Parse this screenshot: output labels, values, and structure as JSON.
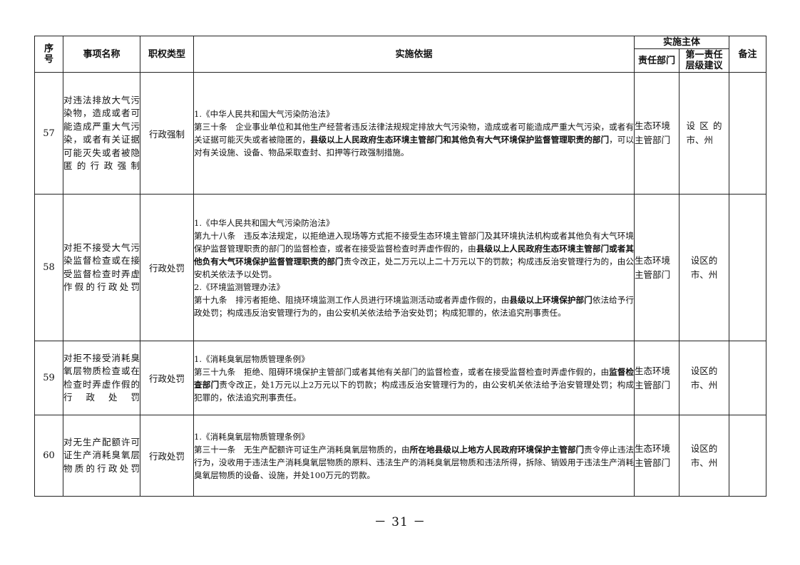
{
  "headers": {
    "seq": "序号",
    "name": "事项名称",
    "type": "职权类型",
    "basis": "实施依据",
    "subject": "实施主体",
    "dept": "责任部门",
    "level": "第一责任层级建议",
    "remark": "备注"
  },
  "rows": [
    {
      "seq": "57",
      "name": "对违法排放大气污染物，造成或者可能造成严重大气污染，或者有关证据可能灭失或者被隐匿的行政强制",
      "type": "行政强制",
      "basis": [
        {
          "title": "1.《中华人民共和国大气污染防治法》"
        },
        {
          "pre": "第三十条　企业事业单位和其他生产经营者违反法律法规规定排放大气污染物，造成或者可能造成严重大气污染，或者有关证据可能灭失或者被隐匿的，",
          "bold": "县级以上人民政府生态环境主管部门和其他负有大气环境保护监督管理职责的部门",
          "post": "，可以对有关设施、设备、物品采取查封、扣押等行政强制措施。"
        }
      ],
      "dept": "生态环境主管部门",
      "level": "设区的市、州",
      "remark": ""
    },
    {
      "seq": "58",
      "name": "对拒不接受大气污染监督检查或在接受监督检查时弄虚作假的行政处罚",
      "type": "行政处罚",
      "basis": [
        {
          "title": "1.《中华人民共和国大气污染防治法》"
        },
        {
          "pre": "第九十八条　违反本法规定，以拒绝进入现场等方式拒不接受生态环境主管部门及其环境执法机构或者其他负有大气环境保护监督管理职责的部门的监督检查，或者在接受监督检查时弄虚作假的，由",
          "bold": "县级以上人民政府生态环境主管部门或者其他负有大气环境保护监督管理职责的部门",
          "post": "责令改正，处二万元以上二十万元以下的罚款；构成违反治安管理行为的，由公安机关依法予以处罚。"
        },
        {
          "title": "2.《环境监测管理办法》"
        },
        {
          "pre": "第十九条　排污者拒绝、阻挠环境监测工作人员进行环境监测活动或者弄虚作假的，由",
          "bold": "县级以上环境保护部门",
          "post": "依法给予行政处罚；构成违反治安管理行为的，由公安机关依法给予治安处罚；构成犯罪的，依法追究刑事责任。"
        }
      ],
      "dept": "生态环境主管部门",
      "level": "设区的市、州",
      "remark": ""
    },
    {
      "seq": "59",
      "name": "对拒不接受消耗臭氧层物质检查或在检查时弄虚作假的行政处罚",
      "type": "行政处罚",
      "basis": [
        {
          "title": "1.《消耗臭氧层物质管理条例》"
        },
        {
          "pre": "第三十九条　拒绝、阻碍环境保护主管部门或者其他有关部门的监督检查，或者在接受监督检查时弄虚作假的，由",
          "bold": "监督检查部门",
          "post": "责令改正，处1万元以上2万元以下的罚款；构成违反治安管理行为的，由公安机关依法给予治安管理处罚；构成犯罪的，依法追究刑事责任。"
        }
      ],
      "dept": "生态环境主管部门",
      "level": "设区的市、州",
      "remark": ""
    },
    {
      "seq": "60",
      "name": "对无生产配额许可证生产消耗臭氧层物质的行政处罚",
      "type": "行政处罚",
      "basis": [
        {
          "title": "1.《消耗臭氧层物质管理条例》"
        },
        {
          "pre": "第三十一条　无生产配额许可证生产消耗臭氧层物质的，由",
          "bold": "所在地县级以上地方人民政府环境保护主管部门",
          "post": "责令停止违法行为，没收用于违法生产消耗臭氧层物质的原料、违法生产的消耗臭氧层物质和违法所得，拆除、销毁用于违法生产消耗臭氧层物质的设备、设施，并处100万元的罚款。"
        }
      ],
      "dept": "生态环境主管部门",
      "level": "设区的市、州",
      "remark": ""
    }
  ],
  "page_number": "－ 31 －"
}
